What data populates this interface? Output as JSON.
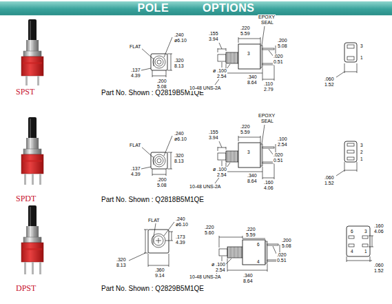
{
  "diagram": {
    "title": "POLE OPTIONS",
    "labels": [
      "SPST",
      "Part No. Shown : Q2819B5M1QE",
      "FLAT",
      ".240",
      "ø6.10",
      ".320",
      "8.13",
      ".137",
      "4.39",
      ".200",
      "5.08",
      ".155",
      "3.94",
      ".220",
      "5.59",
      "EPOXY",
      "SEAL",
      ".200",
      "5.08",
      "3",
      ".020",
      "0.51",
      "ø .100",
      "2.54",
      ".340",
      "8.64",
      ".110",
      "2.79",
      "10-48 UNS-2A",
      "3",
      "1",
      ".060",
      "1.52",
      "SPDT",
      "Part No. Shown : Q2818B5M1QE",
      "FLAT",
      ".240",
      "ø6.10",
      ".320",
      "8.13",
      ".137",
      "4.39",
      ".200",
      "5.08",
      ".155",
      "3.94",
      ".220",
      "5.59",
      "EPOXY",
      "SEAL",
      ".100",
      "2.54",
      "3",
      ".020",
      "0.51",
      "ø .100",
      "2.54",
      ".340",
      "8.64",
      ".160",
      "4.06",
      "10-48 UNS-2A",
      "3",
      "2",
      "1",
      ".060",
      "1.52",
      "DPST",
      "Part No. Shown : Q2829B5M1QE",
      "FLAT",
      ".240",
      "ø6.10",
      ".173",
      "4.39",
      ".320",
      "8.13",
      ".360",
      "9.14",
      ".220",
      "5.60",
      ".220",
      "5.59",
      ".200",
      "5.08",
      "6",
      ".020",
      "0.51",
      "4",
      "ø .100",
      "2.54",
      ".340",
      "8.64",
      "10-48 UNS-2A",
      ".160",
      "4.06",
      "6",
      "3",
      "4",
      "1",
      ".060",
      "1.52"
    ]
  }
}
